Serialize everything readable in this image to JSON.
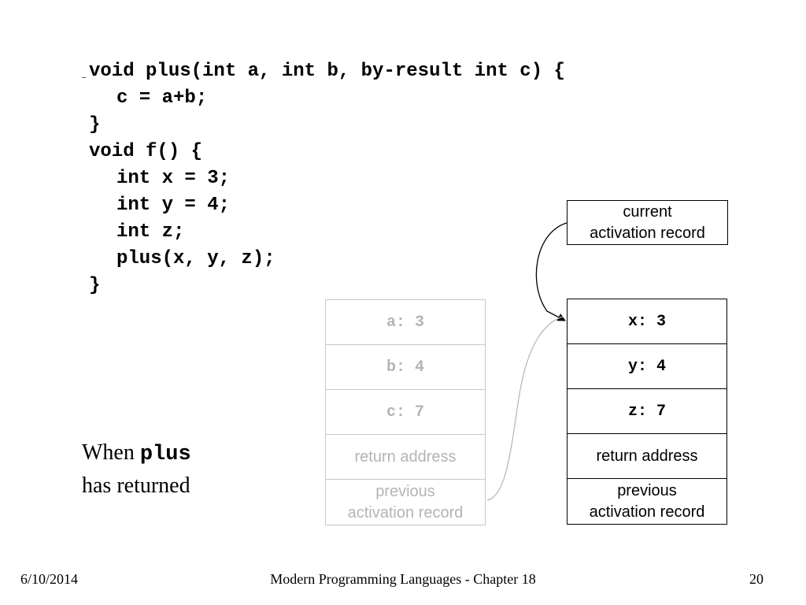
{
  "code_lines": [
    "void plus(int a, int b, by-result int c) {",
    "c = a+b;",
    "}",
    "void f() {",
    "int x = 3;",
    "int y = 4;",
    "int z;",
    "plus(x, y, z);",
    "}"
  ],
  "caption": {
    "prefix": "When ",
    "code_word": "plus",
    "line2": "has returned"
  },
  "current_record_label": {
    "line1": "current",
    "line2": "activation record"
  },
  "faded_record": {
    "cells": [
      "a: 3",
      "b: 4",
      "c: 7",
      "return address"
    ],
    "previous_line1": "previous",
    "previous_line2": "activation record"
  },
  "active_record": {
    "cells": [
      "x: 3",
      "y: 4",
      "z: 7",
      "return address"
    ],
    "previous_line1": "previous",
    "previous_line2": "activation record"
  },
  "colors": {
    "faded": "#b4b4b4",
    "active": "#000000"
  },
  "footer": {
    "date": "6/10/2014",
    "title": "Modern Programming Languages - Chapter 18",
    "page": "20"
  }
}
